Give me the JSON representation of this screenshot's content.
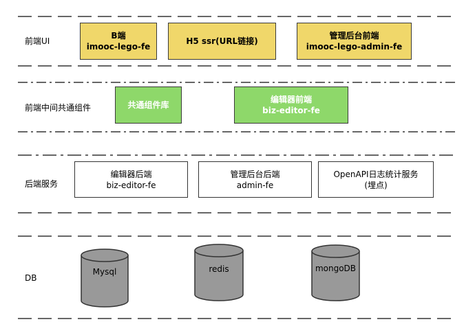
{
  "layers": [
    {
      "label": "前端UI"
    },
    {
      "label": "前端中间共通组件"
    },
    {
      "label": "后端服务"
    },
    {
      "label": "DB"
    }
  ],
  "ui_boxes": [
    {
      "line1": "B端",
      "line2": "imooc-lego-fe"
    },
    {
      "line1": "H5 ssr(URL链接)",
      "line2": ""
    },
    {
      "line1": "管理后台前端",
      "line2": "imooc-lego-admin-fe"
    }
  ],
  "common_boxes": [
    {
      "line1": "共通组件库",
      "line2": ""
    },
    {
      "line1": "编辑器前端",
      "line2": "biz-editor-fe"
    }
  ],
  "service_boxes": [
    {
      "line1": "编辑器后端",
      "line2": "biz-editor-fe"
    },
    {
      "line1": "管理后台后端",
      "line2": "admin-fe"
    },
    {
      "line1": "OpenAPI日志统计服务",
      "line2": "(埋点)"
    }
  ],
  "databases": [
    {
      "label": "Mysql"
    },
    {
      "label": "redis"
    },
    {
      "label": "mongoDB"
    }
  ],
  "colors": {
    "ui_box": "#f0d76a",
    "common_box": "#8ed86a",
    "service_box": "#ffffff",
    "cylinder": "#999999",
    "divider": "#333333"
  }
}
